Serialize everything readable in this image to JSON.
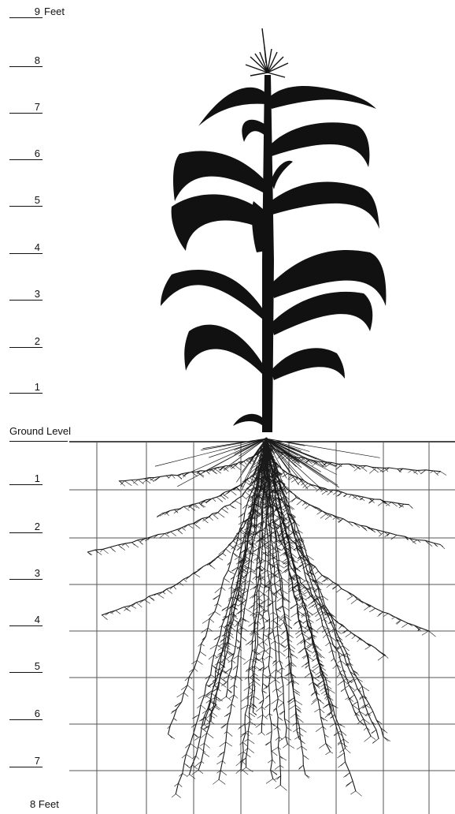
{
  "above_ground_scale": [
    {
      "num": "9",
      "unit": "Feet"
    },
    {
      "num": "8",
      "unit": ""
    },
    {
      "num": "7",
      "unit": ""
    },
    {
      "num": "6",
      "unit": ""
    },
    {
      "num": "5",
      "unit": ""
    },
    {
      "num": "4",
      "unit": ""
    },
    {
      "num": "3",
      "unit": ""
    },
    {
      "num": "2",
      "unit": ""
    },
    {
      "num": "1",
      "unit": ""
    }
  ],
  "ground_label": "Ground Level",
  "below_ground_scale": [
    {
      "num": "1"
    },
    {
      "num": "2"
    },
    {
      "num": "3"
    },
    {
      "num": "4"
    },
    {
      "num": "5"
    },
    {
      "num": "6"
    },
    {
      "num": "7"
    }
  ],
  "bottom_label": "8 Feet",
  "colors": {
    "ink": "#111111",
    "grid": "#555555",
    "background": "#ffffff"
  }
}
